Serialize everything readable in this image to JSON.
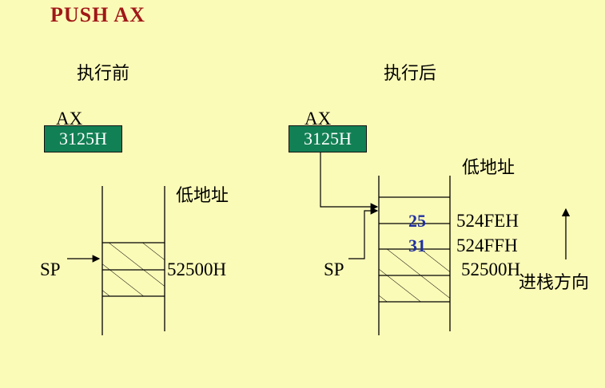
{
  "title": "PUSH  AX",
  "before": {
    "heading": "执行前",
    "register_name": "AX",
    "register_value": "3125H",
    "low_address_label": "低地址",
    "sp_label": "SP",
    "sp_address": "52500H"
  },
  "after": {
    "heading": "执行后",
    "register_name": "AX",
    "register_value": "3125H",
    "low_address_label": "低地址",
    "sp_label": "SP",
    "cells": [
      {
        "value": "25",
        "address": "524FEH"
      },
      {
        "value": "31",
        "address": "524FFH"
      },
      {
        "value": "",
        "address": "52500H"
      }
    ],
    "direction_label": "进栈方向"
  },
  "colors": {
    "background": "#fbfbb8",
    "title": "#a01818",
    "register_fill": "#128055",
    "byte_text": "#2030a0"
  }
}
